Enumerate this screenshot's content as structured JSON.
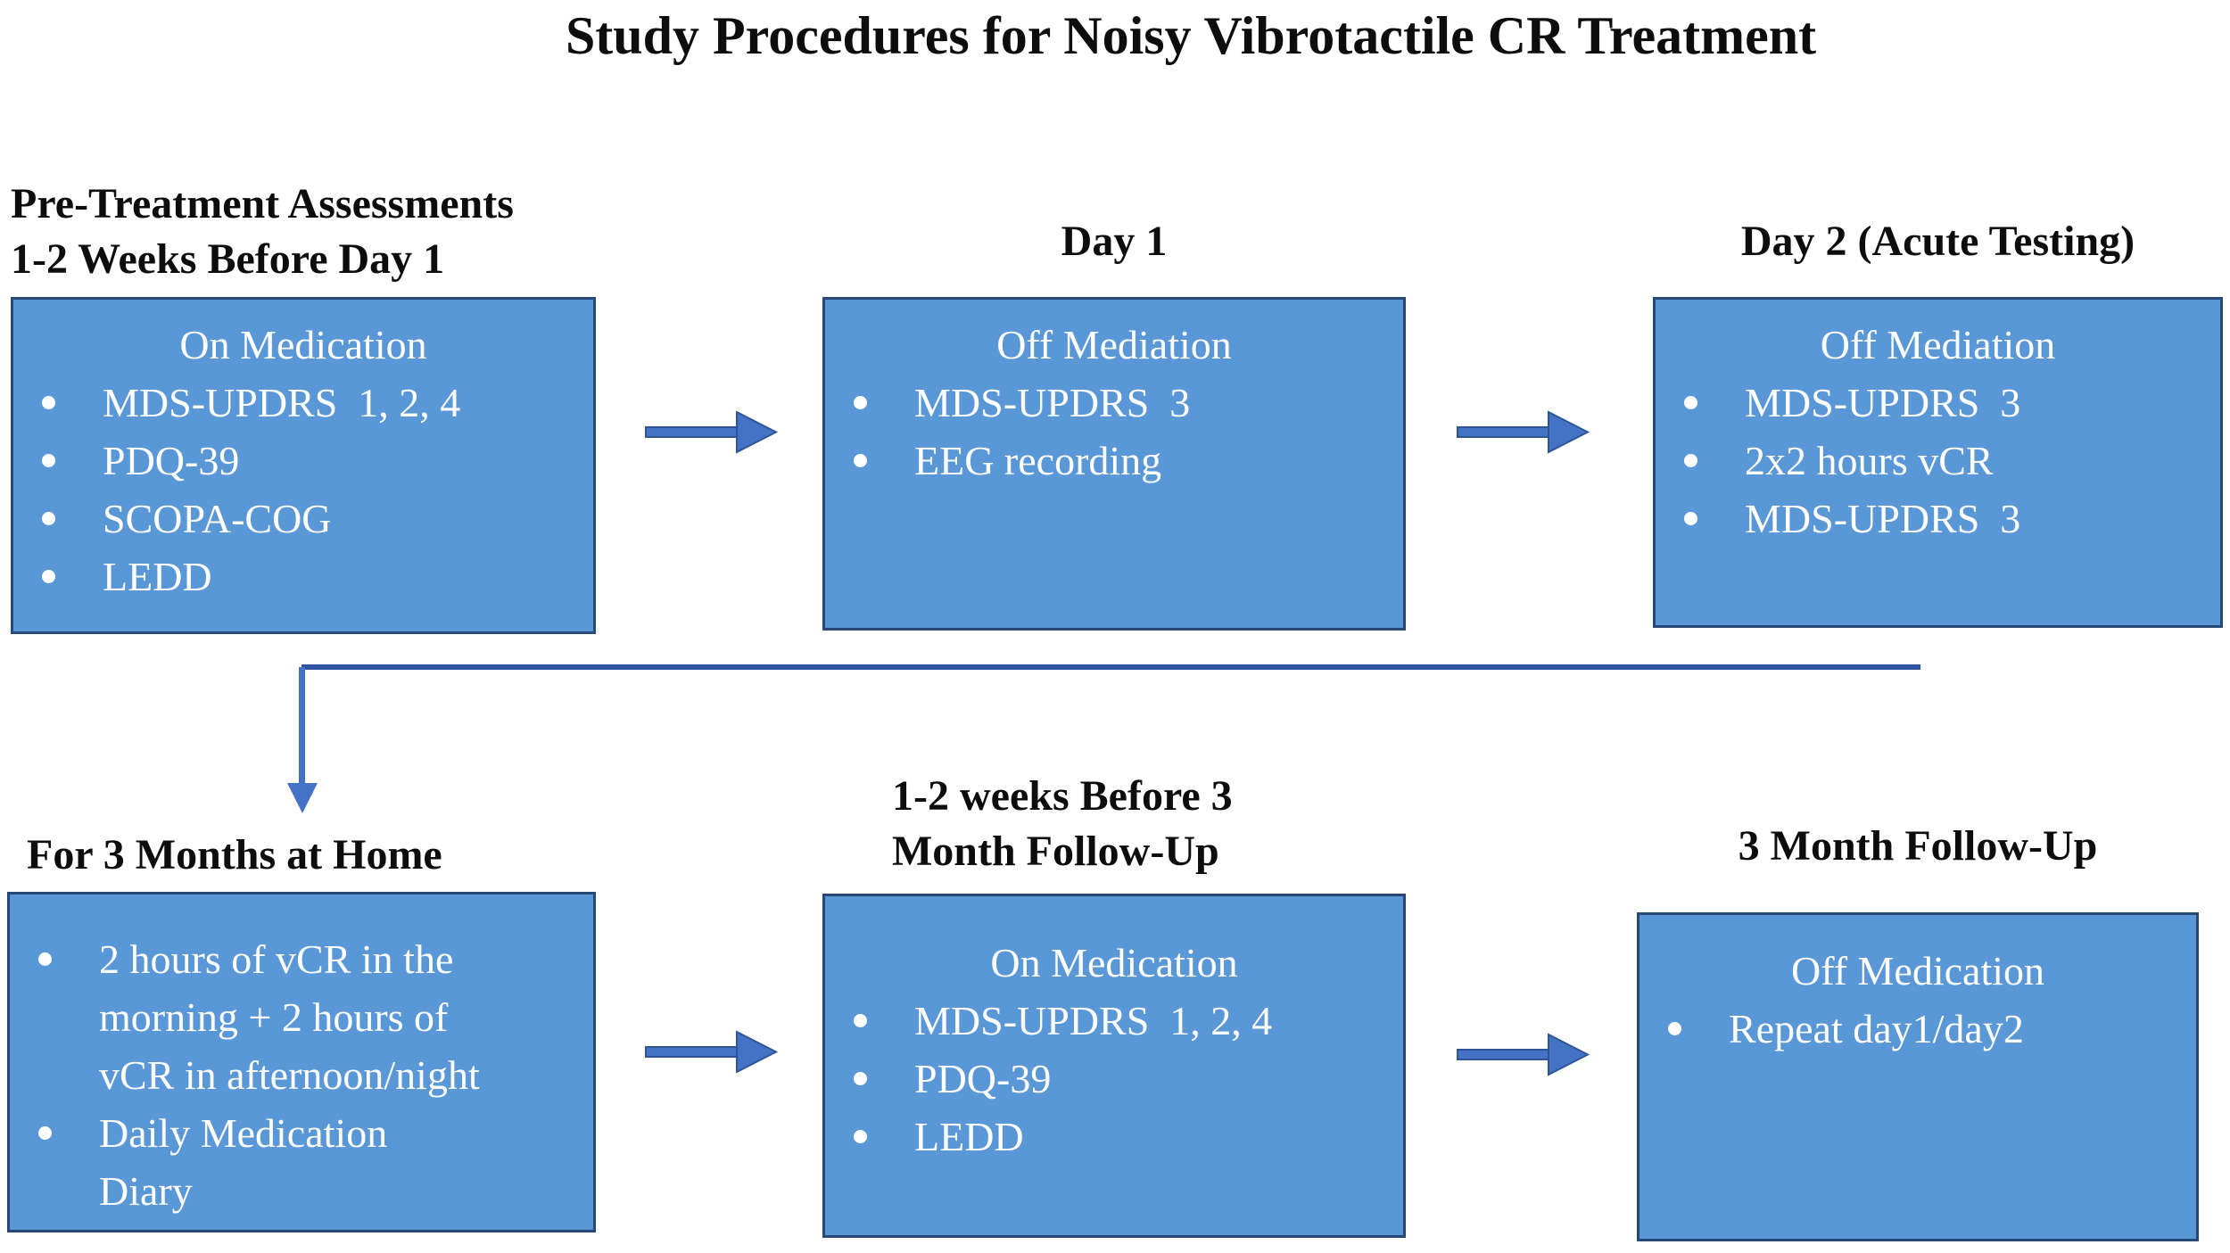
{
  "title": "Study Procedures for Noisy Vibrotactile CR Treatment",
  "colors": {
    "box_fill": "#5997d6",
    "box_border": "#27497a",
    "arrow_fill": "#4472c4",
    "arrow_edge": "#2f5597",
    "connector_line": "#2e55a5",
    "header_text": "#0d0d0d",
    "box_text": "#ffffff"
  },
  "headers": {
    "box1": [
      "Pre-Treatment Assessments",
      "1-2 Weeks Before Day 1"
    ],
    "box2": "Day 1",
    "box3": "Day 2 (Acute Testing)",
    "box4": "For 3 Months at Home",
    "box5": [
      "1-2 weeks Before 3",
      "Month Follow-Up"
    ],
    "box6": "3 Month Follow-Up"
  },
  "boxes": {
    "box1": {
      "center": "On Medication",
      "bullets": [
        "MDS-UPDRS  1, 2, 4",
        "PDQ-39",
        "SCOPA-COG",
        "LEDD"
      ]
    },
    "box2": {
      "center": "Off Mediation",
      "bullets": [
        "MDS-UPDRS  3",
        "EEG recording"
      ]
    },
    "box3": {
      "center": "Off Mediation",
      "bullets": [
        "MDS-UPDRS  3",
        "2x2 hours vCR",
        "MDS-UPDRS  3"
      ]
    },
    "box4": {
      "bullets": [
        "2 hours of vCR in the\nmorning + 2 hours of\nvCR in afternoon/night",
        "Daily Medication\nDiary"
      ]
    },
    "box5": {
      "center": "On Medication",
      "bullets": [
        "MDS-UPDRS  1, 2, 4",
        "PDQ-39",
        "LEDD"
      ]
    },
    "box6": {
      "center": "Off Medication",
      "bullets": [
        "Repeat day1/day2"
      ]
    }
  }
}
